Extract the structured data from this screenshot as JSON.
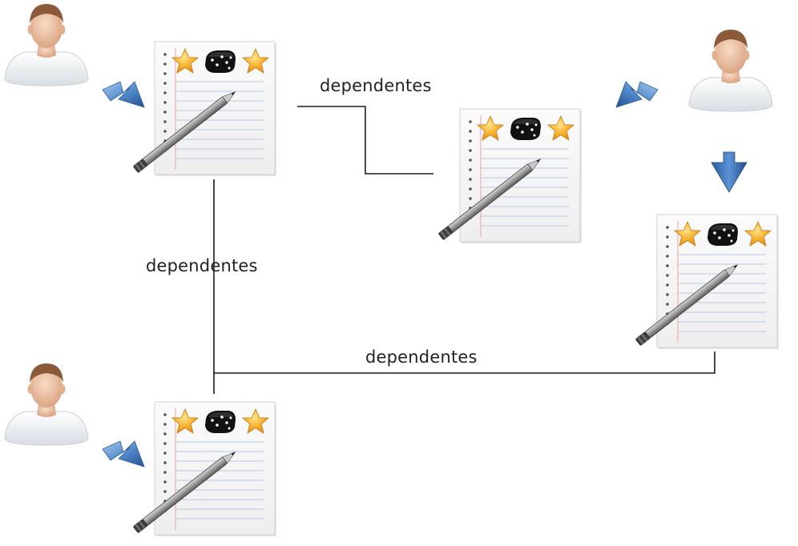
{
  "diagram": {
    "connectors": [
      {
        "id": "top",
        "label": "dependentes"
      },
      {
        "id": "left",
        "label": "dependentes"
      },
      {
        "id": "bottom",
        "label": "dependentes"
      }
    ],
    "nodes": [
      {
        "id": "doc-a",
        "type": "rated-document",
        "icons": [
          "star-icon",
          "dice-icon",
          "star-icon",
          "pencil-icon"
        ]
      },
      {
        "id": "doc-b",
        "type": "rated-document",
        "icons": [
          "star-icon",
          "dice-icon",
          "star-icon",
          "pencil-icon"
        ]
      },
      {
        "id": "doc-c",
        "type": "rated-document",
        "icons": [
          "star-icon",
          "dice-icon",
          "star-icon",
          "pencil-icon"
        ]
      },
      {
        "id": "doc-d",
        "type": "rated-document",
        "icons": [
          "star-icon",
          "dice-icon",
          "star-icon",
          "pencil-icon"
        ]
      }
    ],
    "actors": [
      {
        "id": "user-1",
        "icon": "user-icon"
      },
      {
        "id": "user-2",
        "icon": "user-icon"
      },
      {
        "id": "user-3",
        "icon": "user-icon"
      }
    ],
    "colors": {
      "line": "#1a1a1a",
      "arrow_blue": "#4f86c6",
      "star_orange": "#f4a623",
      "paper": "#f7f7f7",
      "skin": "#f1c6a7"
    }
  }
}
